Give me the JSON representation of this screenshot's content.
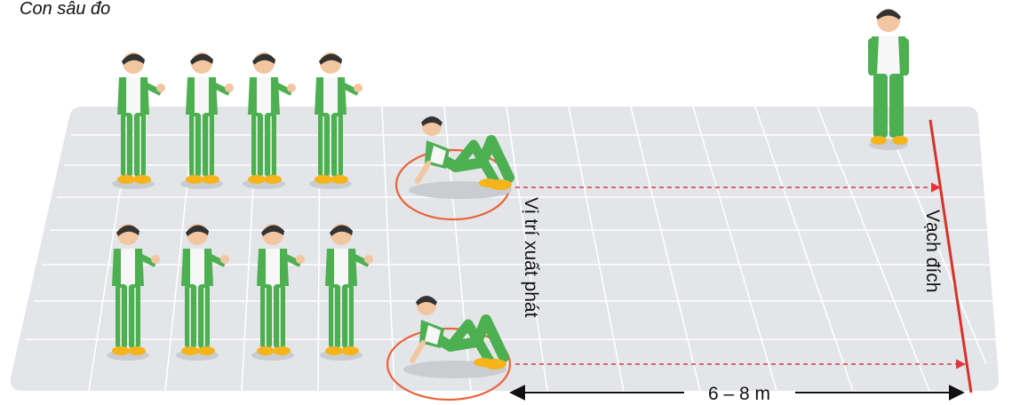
{
  "caption": "Con sâu đo",
  "labels": {
    "start_position": "Vị trí xuất phát",
    "finish_line": "Vạch đích",
    "distance": "6 – 8 m"
  },
  "colors": {
    "floor": "#e3e5e8",
    "floor_lines": "#ffffff",
    "uniform_green": "#4caf50",
    "shirt_white": "#f7f7f7",
    "shoe_yellow": "#f4b41a",
    "circle_orange": "#e8643a",
    "finish_line_red": "#d6322a",
    "arrow_dash_red": "#e0363a"
  },
  "icons": [
    "standing-student-icon",
    "crawling-student-icon",
    "teacher-icon"
  ]
}
